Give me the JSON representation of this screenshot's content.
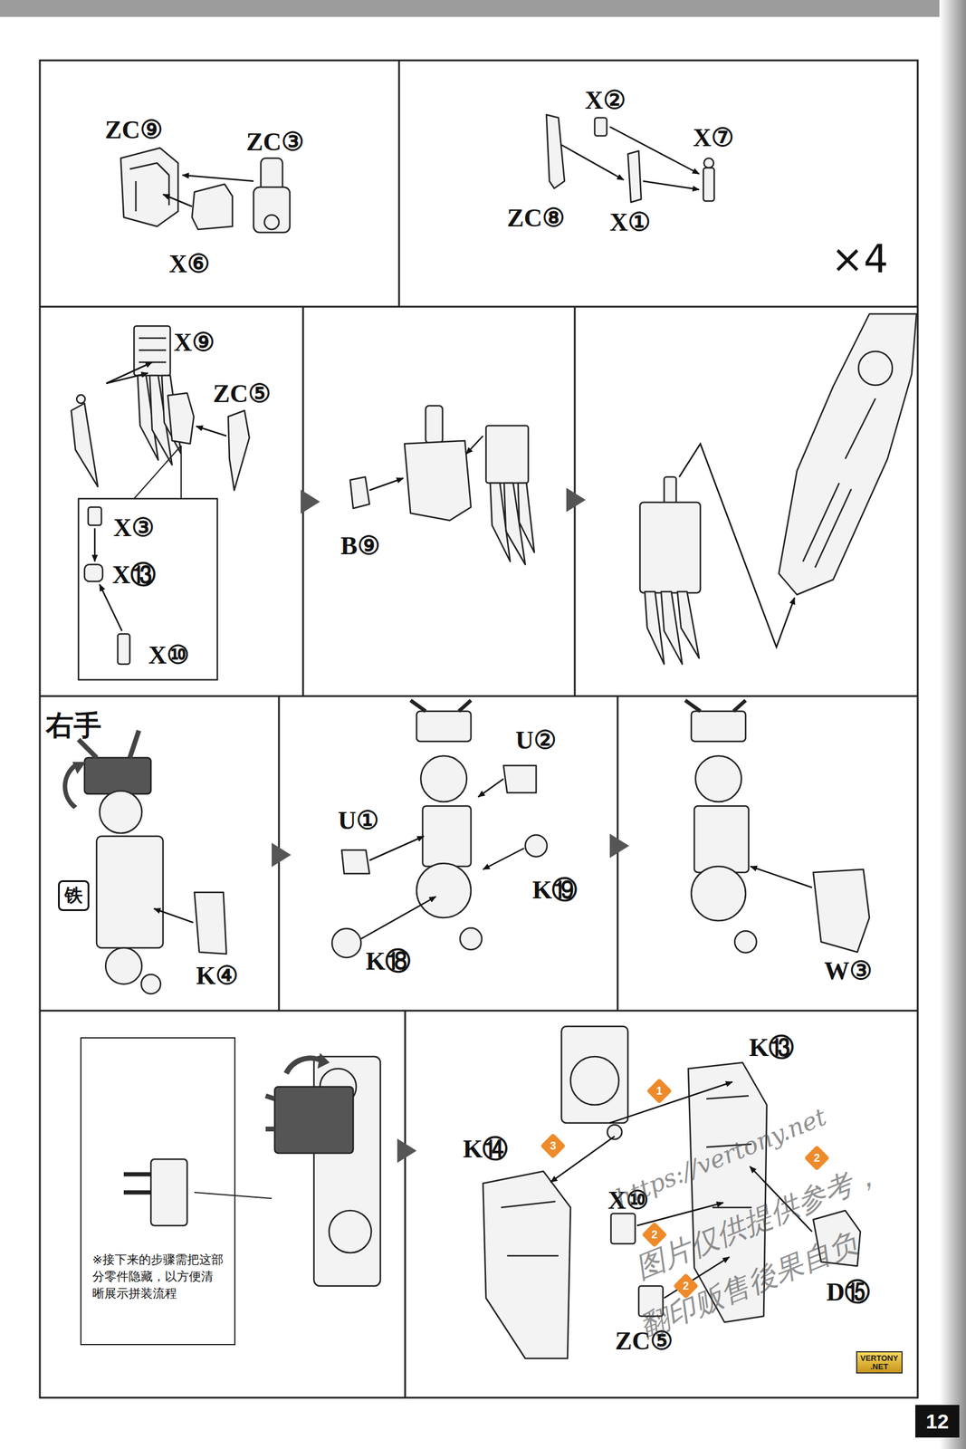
{
  "diagram": {
    "nodes": [
      {
        "text": [
          "铁"
        ]
      },
      {
        "text": [
          "※接下来的步骤需把这部分零件隐藏，以方便清晰展示拼装流程"
        ]
      },
      {
        "text": [
          "12"
        ]
      },
      {
        "text": [
          "VERTONY",
          ".NET"
        ]
      }
    ],
    "labels": [
      "ZC⑨",
      "ZC③",
      "X⑥",
      "X②",
      "X⑦",
      "ZC⑧",
      "X①",
      "×4",
      "X⑨",
      "ZC⑤",
      "X③",
      "X⑬",
      "X⑩",
      "B⑨",
      "右手",
      "U②",
      "U①",
      "K⑲",
      "K④",
      "K⑱",
      "W③",
      "K⑬",
      "1",
      "K⑭",
      "3",
      "2",
      "X⑩",
      "2",
      "D⑮",
      "2",
      "ZC⑤",
      "https://vertony.net",
      "图片仅供提供参考，",
      "翻印贩售後果自负"
    ]
  }
}
